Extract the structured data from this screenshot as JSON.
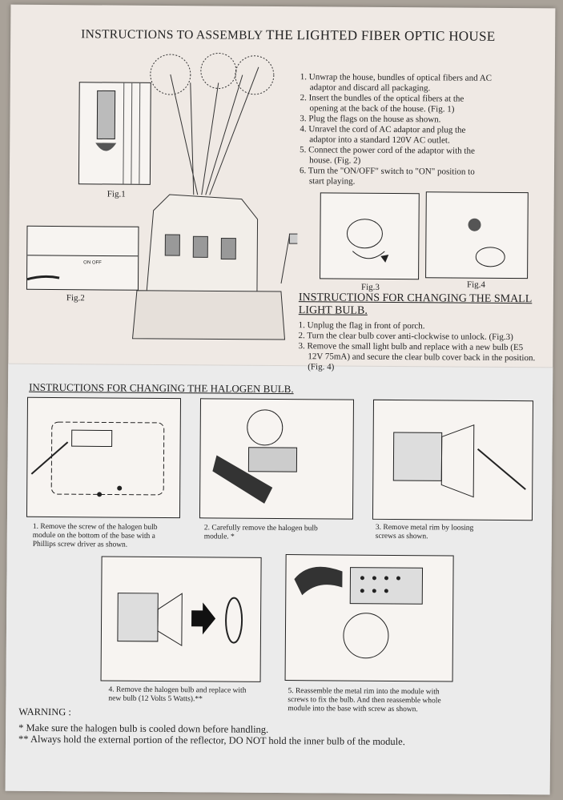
{
  "title": {
    "part1": "INSTRUCTIONS TO ASSEMBLY",
    "part2": "THE LIGHTED FIBER OPTIC HOUSE"
  },
  "assembly_steps": [
    "1. Unwrap the house, bundles of optical fibers and AC adaptor and discard all packaging.",
    "2. Insert the bundles of the optical fibers at the opening at the back of the house. (Fig. 1)",
    "3. Plug the flags on the house as shown.",
    "4. Unravel the cord of AC adaptor and plug the adaptor into a standard 120V AC outlet.",
    "5. Connect the power cord of the adaptor with the house. (Fig. 2)",
    "6. Turn the \"ON/OFF\" switch to \"ON\" position to start playing."
  ],
  "figures": {
    "fig1": "Fig.1",
    "fig2": "Fig.2",
    "fig3": "Fig.3",
    "fig4": "Fig.4",
    "fig2_switch": "ON  OFF"
  },
  "small_bulb": {
    "heading": "INSTRUCTIONS FOR CHANGING THE SMALL LIGHT BULB.",
    "steps": [
      "1. Unplug the flag in front of porch.",
      "2. Turn the clear bulb cover anti-clockwise to unlock. (Fig.3)",
      "3. Remove the small light bulb and replace with a new bulb (E5 12V 75mA) and secure the clear bulb cover back in the position. (Fig. 4)"
    ]
  },
  "halogen": {
    "heading": "INSTRUCTIONS FOR CHANGING THE HALOGEN BULB.",
    "captions": [
      "1. Remove the screw of the halogen bulb module on the bottom of the base with a Phillips screw driver as shown.",
      "2. Carefully remove the halogen bulb module. *",
      "3. Remove metal rim by loosing screws as shown.",
      "4. Remove the halogen bulb and replace with new bulb (12 Volts 5 Watts).**",
      "5. Reassemble the metal rim into the module with screws to fix the bulb. And then reassemble whole module into the base with screw as shown."
    ]
  },
  "warning": {
    "label": "WARNING :",
    "notes": [
      "* Make sure the halogen bulb is cooled down before handling.",
      "** Always hold the external portion of the reflector, DO NOT hold the inner bulb of the module."
    ]
  }
}
